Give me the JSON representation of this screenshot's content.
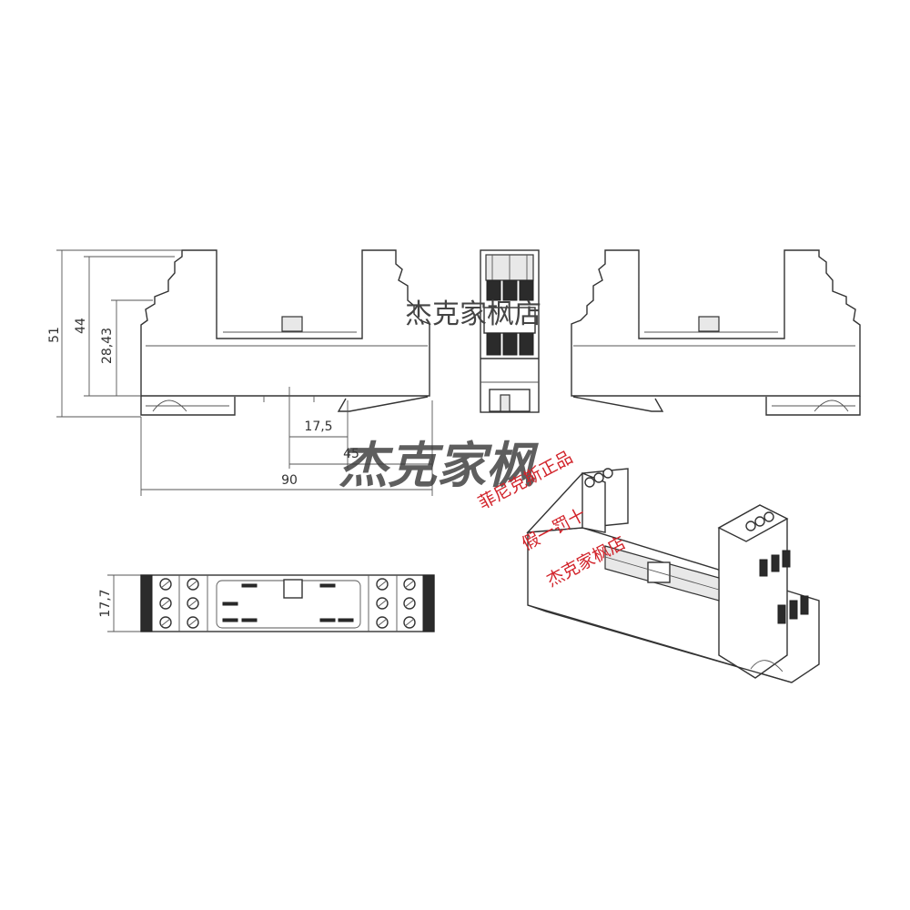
{
  "dimensions": {
    "height_total": "51",
    "height_body": "44",
    "height_lower": "28,43",
    "width_17_5": "17,5",
    "width_45": "45",
    "width_90": "90",
    "width_17_7": "17,7"
  },
  "watermarks": {
    "shop_name_small": "杰克家枫店",
    "shop_name_large": "杰克家枫",
    "red_line_1": "菲尼克斯正品",
    "red_line_2": "假一罚十",
    "red_line_3": "杰克家枫店"
  }
}
